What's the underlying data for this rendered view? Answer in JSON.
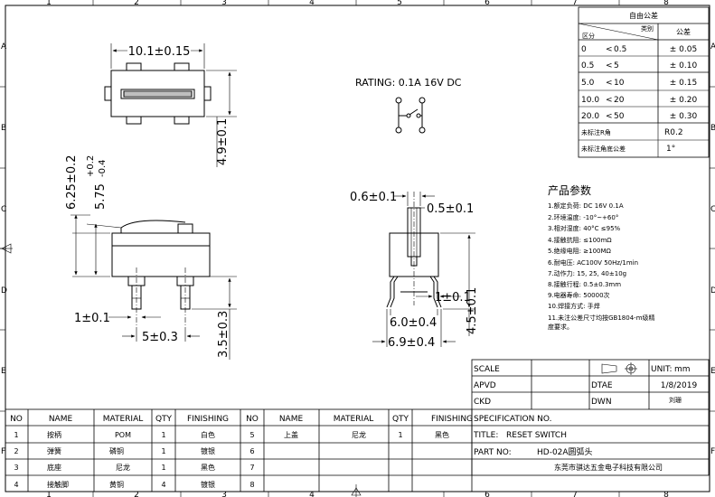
{
  "frame": {
    "col_numbers": [
      "1",
      "2",
      "3",
      "4",
      "5",
      "6",
      "7",
      "8"
    ],
    "row_letters": [
      "A",
      "B",
      "C",
      "D",
      "E",
      "F"
    ]
  },
  "tolerance_table": {
    "title": "自由公差",
    "header_category": "类别",
    "header_range": "区分",
    "header_tolerance": "公差",
    "rows": [
      {
        "from": "0",
        "sym": "<",
        "to": "0.5",
        "tol": "± 0.05"
      },
      {
        "from": "0.5",
        "sym": "<",
        "to": "5",
        "tol": "± 0.10"
      },
      {
        "from": "5.0",
        "sym": "<",
        "to": "10",
        "tol": "± 0.15"
      },
      {
        "from": "10.0",
        "sym": "<",
        "to": "20",
        "tol": "± 0.20"
      },
      {
        "from": "20.0",
        "sym": "<",
        "to": "50",
        "tol": "± 0.30"
      }
    ],
    "corner_label": "未标注R角",
    "corner_value": "R0.2",
    "draft_label": "未标注角底公差",
    "draft_value": "1°"
  },
  "top_view": {
    "width_dim": "10.1±0.15",
    "height_dim": "4.9±0.1"
  },
  "rating": "RATING: 0.1A 16V DC",
  "side_view": {
    "height_a": "6.25±0.2",
    "height_b": "5.75",
    "height_b_tol_plus": "+0.2",
    "height_b_tol_minus": "-0.4",
    "pin_width": "1±0.1",
    "pin_spacing": "5±0.3",
    "pin_length": "3.5±0.3"
  },
  "front_view": {
    "top_width": "0.6±0.1",
    "plunger": "0.5±0.1",
    "pin_thickness": "1±0.1",
    "inner_width": "6.0±0.4",
    "outer_width": "6.9±0.4",
    "height": "4.5±0.1"
  },
  "params": {
    "title": "产品参数",
    "items": [
      "1.额定负荷:    DC 16V 0.1A",
      "2.环境温度:  -10°~+60°",
      "3.相对湿度:  40°C  ≤95%",
      "4.接触抗阻:  ≤100mΩ",
      "5.绝缘电阻:  ≥100MΩ",
      "6.耐电压:       AC100V 50Hz/1min",
      "7.动作力:       15, 25, 40±10g",
      "8.接触行程:   0.5±0.3mm",
      "9.电器寿命:   50000次",
      "10.焊接方式:  手焊",
      "11.未注公差尺寸均按GB1804-m级精",
      "度要求。"
    ]
  },
  "title_block": {
    "scale_label": "SCALE",
    "unit_label": "UNIT:",
    "unit_value": "mm",
    "apvd_label": "APVD",
    "date_label": "DTAE",
    "date_value": "1/8/2019",
    "ckd_label": "CKD",
    "dwn_label": "DWN",
    "dwn_value": "刘珊",
    "spec_label": "SPECIFICATION NO.",
    "title_label": "TITLE:",
    "title_value": "RESET SWITCH",
    "part_label": "PART NO:",
    "part_value": "HD-02A圆弧头",
    "company": "东莞市骐达五金电子科技有限公司"
  },
  "bom": {
    "headers": [
      "NO",
      "NAME",
      "MATERIAL",
      "QTY",
      "FINISHING"
    ],
    "left_rows": [
      {
        "no": "1",
        "name": "按柄",
        "material": "POM",
        "qty": "1",
        "finish": "白色"
      },
      {
        "no": "2",
        "name": "弹簧",
        "material": "磷铜",
        "qty": "1",
        "finish": "镀银"
      },
      {
        "no": "3",
        "name": "底座",
        "material": "尼龙",
        "qty": "1",
        "finish": "黑色"
      },
      {
        "no": "4",
        "name": "接触脚",
        "material": "黄铜",
        "qty": "4",
        "finish": "镀银"
      }
    ],
    "right_rows": [
      {
        "no": "5",
        "name": "上盖",
        "material": "尼龙",
        "qty": "1",
        "finish": "黑色"
      },
      {
        "no": "6",
        "name": "",
        "material": "",
        "qty": "",
        "finish": ""
      },
      {
        "no": "7",
        "name": "",
        "material": "",
        "qty": "",
        "finish": ""
      },
      {
        "no": "8",
        "name": "",
        "material": "",
        "qty": "",
        "finish": ""
      }
    ]
  }
}
